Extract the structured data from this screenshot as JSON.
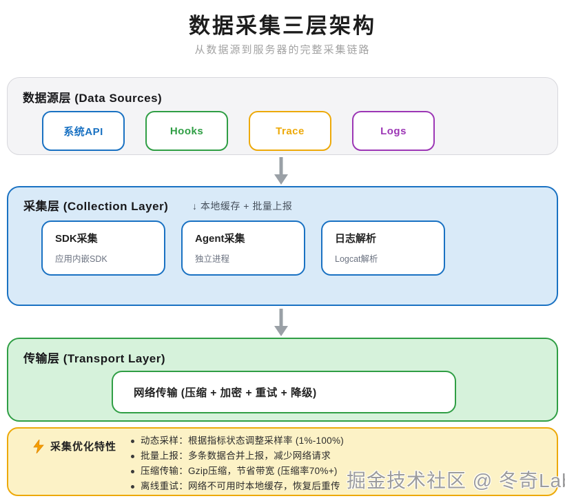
{
  "header": {
    "title": "数据采集三层架构",
    "subtitle": "从数据源到服务器的完整采集链路"
  },
  "colors": {
    "blue": "#1971c2",
    "blue-fill": "#d9eaf8",
    "green": "#2f9e44",
    "green-fill": "#d6f2db",
    "gold": "#eda909",
    "gold-fill": "#fcf2c6",
    "purple": "#9c36b5",
    "gray-fill": "#f4f4f6",
    "gray-border": "#d7d7dc",
    "arrow": "#9aa0a6"
  },
  "layers": {
    "sources": {
      "label": "数据源层 (Data Sources)",
      "items": [
        {
          "label": "系统API",
          "accent": "blue"
        },
        {
          "label": "Hooks",
          "accent": "green"
        },
        {
          "label": "Trace",
          "accent": "gold"
        },
        {
          "label": "Logs",
          "accent": "purple"
        }
      ]
    },
    "collection": {
      "label": "采集层 (Collection Layer)",
      "note": "↓ 本地缓存 + 批量上报",
      "cards": [
        {
          "title": "SDK采集",
          "subtitle": "应用内嵌SDK"
        },
        {
          "title": "Agent采集",
          "subtitle": "独立进程"
        },
        {
          "title": "日志解析",
          "subtitle": "Logcat解析"
        }
      ]
    },
    "transport": {
      "label": "传输层 (Transport Layer)",
      "pill": "网络传输 (压缩 + 加密 + 重试 + 降级)"
    }
  },
  "features": {
    "label": "采集优化特性",
    "bullets": [
      "动态采样：根据指标状态调整采样率 (1%-100%)",
      "批量上报：多条数据合并上报，减少网络请求",
      "压缩传输：Gzip压缩，节省带宽 (压缩率70%+)",
      "离线重试：网络不可用时本地缓存，恢复后重传"
    ]
  },
  "watermark": "掘金技术社区 @ 冬奇Lab"
}
